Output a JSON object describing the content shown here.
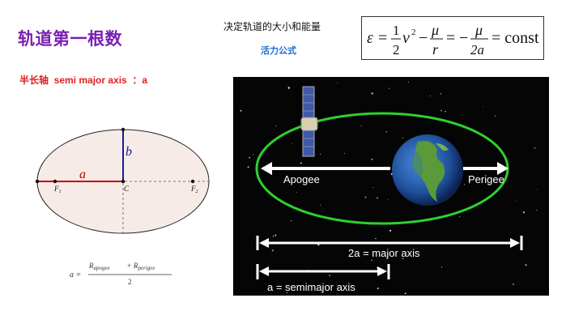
{
  "slide": {
    "title": "轨道第一根数",
    "subtitle": "半长轴  semi major axis  ：a",
    "caption": "决定轨道的大小和能量",
    "vis_viva_label": "活力公式"
  },
  "formula": {
    "epsilon": "ε",
    "eq": "=",
    "one": "1",
    "two": "2",
    "v_sq": "v",
    "sq": "2",
    "minus": "−",
    "mu": "μ",
    "r": "r",
    "neg": "−",
    "two_a": "2a",
    "const": "= const"
  },
  "ellipse_figure": {
    "label_a": "a",
    "label_b": "b",
    "label_f1": "F",
    "sub_1": "1",
    "label_c": "C",
    "label_f2": "F",
    "sub_2": "2",
    "fill_color": "#f6ebe6",
    "a_color": "#c00000",
    "b_color": "#1a1aa0"
  },
  "sma_formula": {
    "lhs": "a =",
    "r_apogee": "R",
    "apogee_sub": "apogee",
    "plus": "+",
    "r_perigee": "R",
    "perigee_sub": "perigee",
    "denominator": "2"
  },
  "orbit_diagram": {
    "apogee_label": "Apogee",
    "perigee_label": "Perigee",
    "major_axis_label": "2a = major axis",
    "semimajor_label": "a = semimajor axis",
    "orbit_color": "#2fcf2f"
  }
}
